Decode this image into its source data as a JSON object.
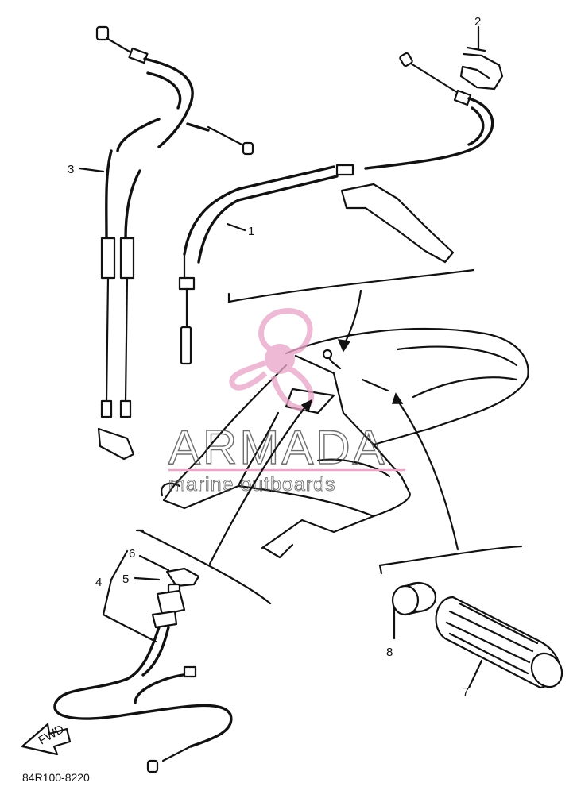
{
  "watermark": {
    "title": "ARMADA",
    "subtitle": "marine outboards",
    "color": "#e8a6c8"
  },
  "callouts": [
    "1",
    "2",
    "3",
    "4",
    "5",
    "6",
    "7",
    "8"
  ],
  "badge": "FWD",
  "part_code": "84R100-8220"
}
